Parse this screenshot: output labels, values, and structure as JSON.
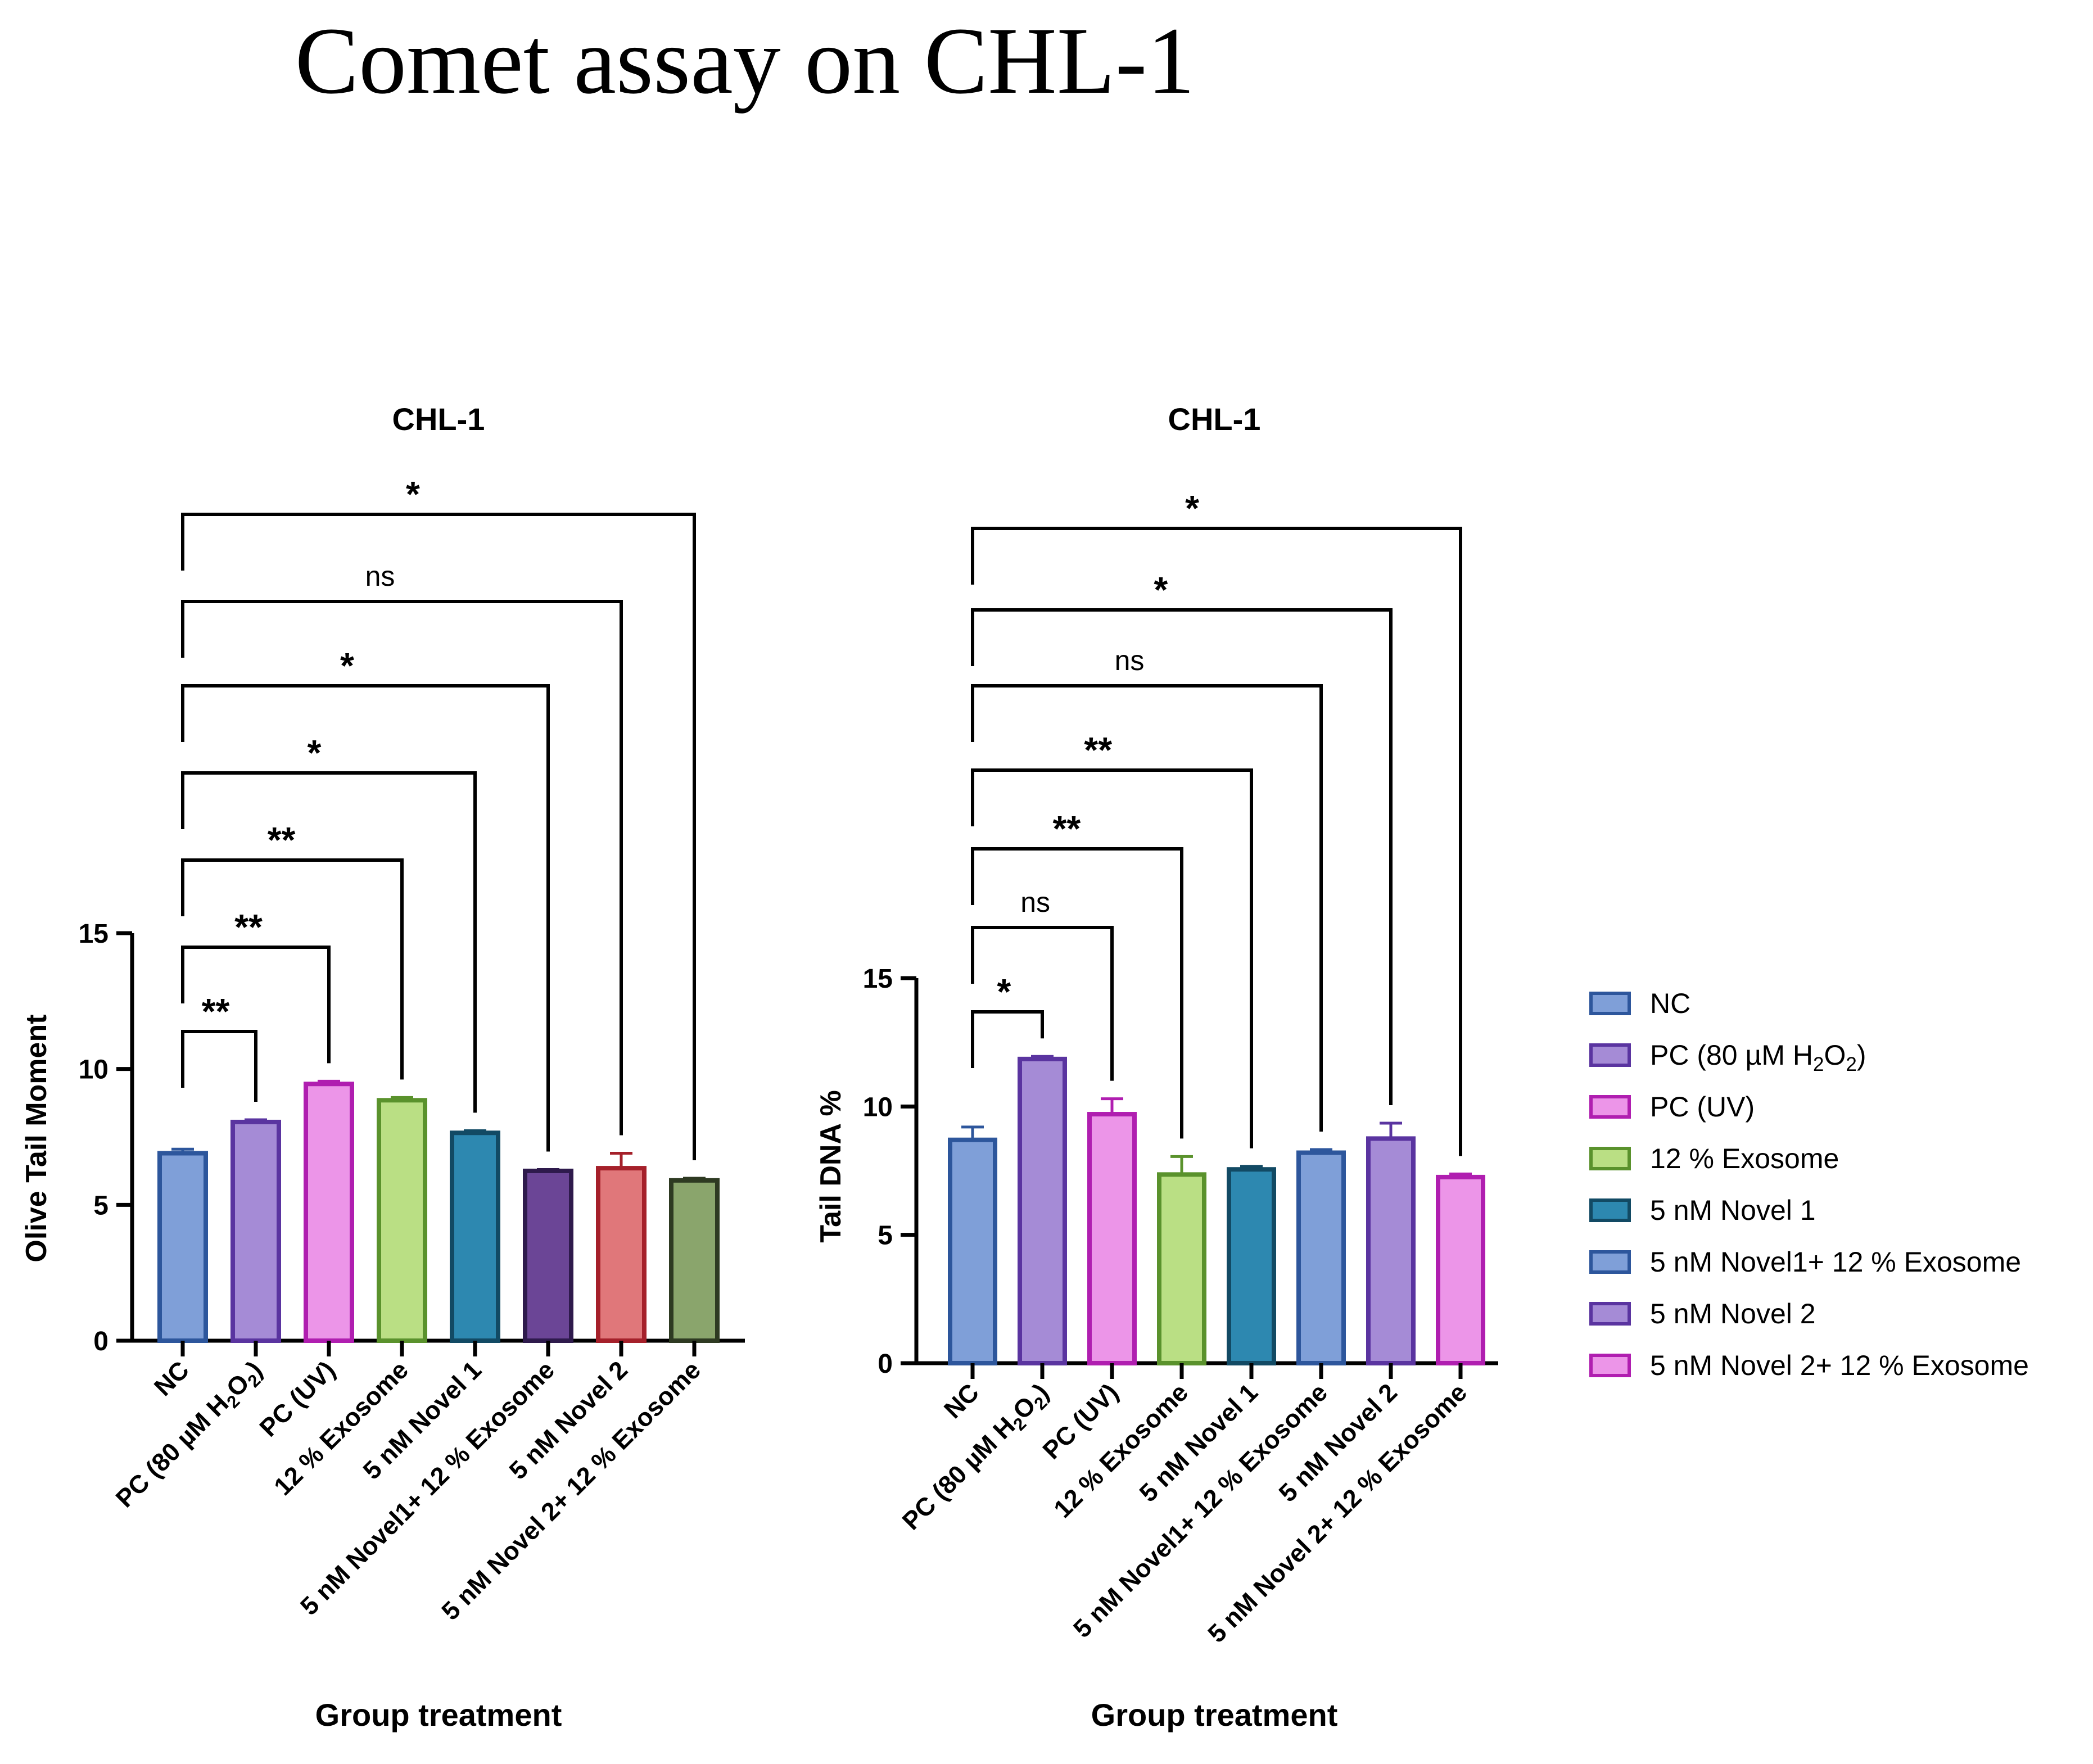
{
  "figure": {
    "title": "Comet assay on CHL-1"
  },
  "chart_data": [
    {
      "type": "bar",
      "title": "CHL-1",
      "xlabel": "Group treatment",
      "ylabel": "Olive Tail Moment",
      "ylim": [
        0,
        15
      ],
      "yticks": [
        "0",
        "5",
        "10",
        "15"
      ],
      "categories": [
        {
          "pre": "NC"
        },
        {
          "pre": "PC (80 µM H",
          "sub1": "2",
          "mid": "O",
          "sub2": "2",
          "post": ")"
        },
        {
          "pre": "PC (UV)"
        },
        {
          "pre": "12 % Exosome"
        },
        {
          "pre": "5 nM Novel 1"
        },
        {
          "pre": "5 nM Novel1+ 12 % Exosome"
        },
        {
          "pre": "5 nM Novel 2"
        },
        {
          "pre": "5 nM Novel 2+ 12 % Exosome"
        }
      ],
      "values": [
        6.9,
        8.05,
        9.45,
        8.85,
        7.65,
        6.25,
        6.35,
        5.9
      ],
      "errors": [
        0.15,
        0.08,
        0.1,
        0.1,
        0.08,
        0.05,
        0.55,
        0.08
      ],
      "fills": [
        "#7f9fd8",
        "#a58bd6",
        "#ec95e8",
        "#badf84",
        "#2d88b0",
        "#6b4596",
        "#e0777a",
        "#8aa56c"
      ],
      "strokes": [
        "#2d569c",
        "#5a34a0",
        "#b01eb0",
        "#5a922c",
        "#124a64",
        "#2e1a4c",
        "#a5202a",
        "#2e3a22"
      ],
      "comparisons": [
        {
          "to": 1,
          "label": "**"
        },
        {
          "to": 2,
          "label": "**"
        },
        {
          "to": 3,
          "label": "**"
        },
        {
          "to": 4,
          "label": "*"
        },
        {
          "to": 5,
          "label": "*"
        },
        {
          "to": 6,
          "label": "ns"
        },
        {
          "to": 7,
          "label": "*"
        }
      ]
    },
    {
      "type": "bar",
      "title": "CHL-1",
      "xlabel": "Group treatment",
      "ylabel": "Tail DNA %",
      "ylim": [
        0,
        15
      ],
      "yticks": [
        "0",
        "5",
        "10",
        "15"
      ],
      "categories": [
        {
          "pre": "NC"
        },
        {
          "pre": "PC (80 µM H",
          "sub1": "2",
          "mid": "O",
          "sub2": "2",
          "post": ")"
        },
        {
          "pre": "PC (UV)"
        },
        {
          "pre": "12 % Exosome"
        },
        {
          "pre": "5 nM Novel 1"
        },
        {
          "pre": "5 nM Novel1+ 12 % Exosome"
        },
        {
          "pre": "5 nM Novel 2"
        },
        {
          "pre": "5 nM Novel 2+ 12 % Exosome"
        }
      ],
      "values": [
        8.7,
        11.85,
        9.7,
        7.35,
        7.55,
        8.2,
        8.75,
        7.25
      ],
      "errors": [
        0.5,
        0.1,
        0.6,
        0.7,
        0.12,
        0.12,
        0.6,
        0.12
      ],
      "fills": [
        "#7f9fd8",
        "#a58bd6",
        "#ec95e8",
        "#badf84",
        "#2d88b0",
        "#7f9fd8",
        "#a58bd6",
        "#ec95e8"
      ],
      "strokes": [
        "#2d569c",
        "#5a34a0",
        "#b01eb0",
        "#5a922c",
        "#124a64",
        "#2d569c",
        "#5a34a0",
        "#b01eb0"
      ],
      "comparisons": [
        {
          "to": 1,
          "label": "*"
        },
        {
          "to": 2,
          "label": "ns"
        },
        {
          "to": 3,
          "label": "**"
        },
        {
          "to": 4,
          "label": "**"
        },
        {
          "to": 5,
          "label": "ns"
        },
        {
          "to": 6,
          "label": "*"
        },
        {
          "to": 7,
          "label": "*"
        }
      ],
      "legend": {
        "placement": "right",
        "entries": [
          {
            "pre": "NC"
          },
          {
            "pre": "PC (80 µM H",
            "sub1": "2",
            "mid": "O",
            "sub2": "2",
            "post": ")"
          },
          {
            "pre": "PC (UV)"
          },
          {
            "pre": "12 % Exosome"
          },
          {
            "pre": "5 nM Novel 1"
          },
          {
            "pre": "5 nM Novel1+ 12 % Exosome"
          },
          {
            "pre": "5 nM Novel 2"
          },
          {
            "pre": "5 nM Novel 2+ 12 % Exosome"
          }
        ]
      }
    }
  ]
}
